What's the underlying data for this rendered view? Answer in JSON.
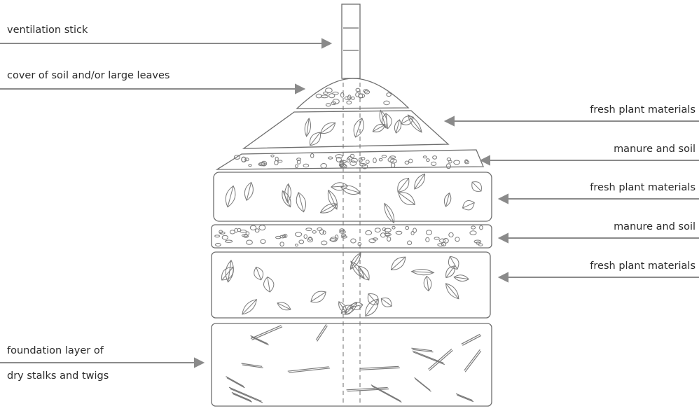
{
  "labels": {
    "left": [
      {
        "id": "ventilation",
        "text": "ventilation stick"
      },
      {
        "id": "cover",
        "text": "cover of soil and/or large leaves"
      },
      {
        "id": "foundation_1",
        "text": "foundation layer of"
      },
      {
        "id": "foundation_2",
        "text": "dry stalks and twigs"
      }
    ],
    "right": [
      {
        "id": "fresh_1",
        "text": "fresh plant materials"
      },
      {
        "id": "manure_1",
        "text": "manure and soil"
      },
      {
        "id": "fresh_2",
        "text": "fresh plant materials"
      },
      {
        "id": "manure_2",
        "text": "manure and soil"
      },
      {
        "id": "fresh_3",
        "text": "fresh plant materials"
      }
    ]
  },
  "colors": {
    "line": "#8a8a8a",
    "sketch": "#6e6e6e",
    "text": "#2b2b2b"
  }
}
